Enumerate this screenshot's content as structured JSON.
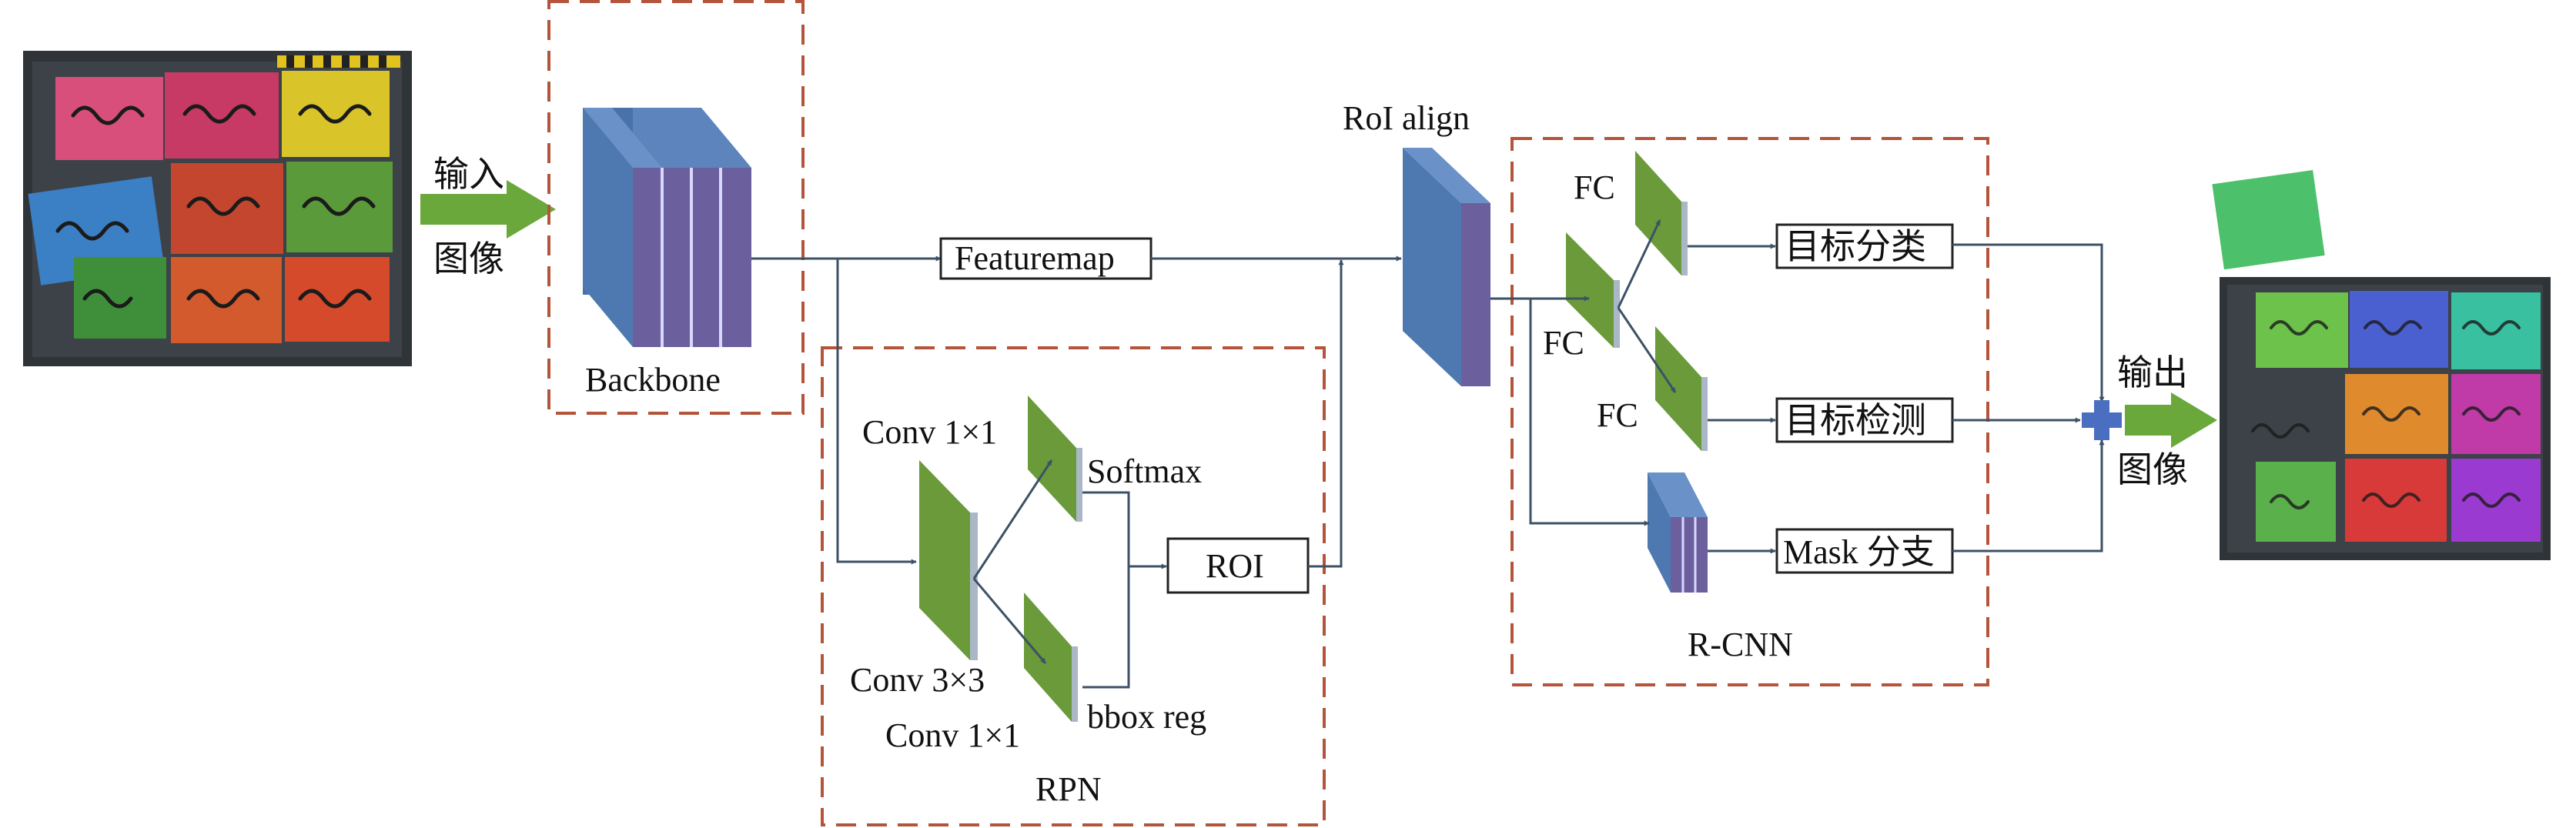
{
  "labels": {
    "input": [
      "输入",
      "图像"
    ],
    "backbone": "Backbone",
    "featuremap": "Featuremap",
    "conv1x1_top": "Conv 1×1",
    "softmax": "Softmax",
    "roi": "ROI",
    "conv3x3": "Conv 3×3",
    "conv1x1_bottom": "Conv 1×1",
    "bbox_reg": "bbox reg",
    "rpn": "RPN",
    "roi_align": "RoI align",
    "fc_top": "FC",
    "fc_left": "FC",
    "fc_bottom": "FC",
    "classification": "目标分类",
    "detection": "目标检测",
    "mask_branch": "Mask 分支",
    "rcnn": "R-CNN",
    "output": [
      "输出",
      "图像"
    ]
  },
  "colors": {
    "green_layer": "#6a9a3a",
    "blue_layer": "#4e79b0",
    "purple_layer": "#6b5f9e",
    "arrow_green": "#6aa83c",
    "dashed_border": "#b4543a",
    "plus_sign": "#4a6fc0"
  }
}
